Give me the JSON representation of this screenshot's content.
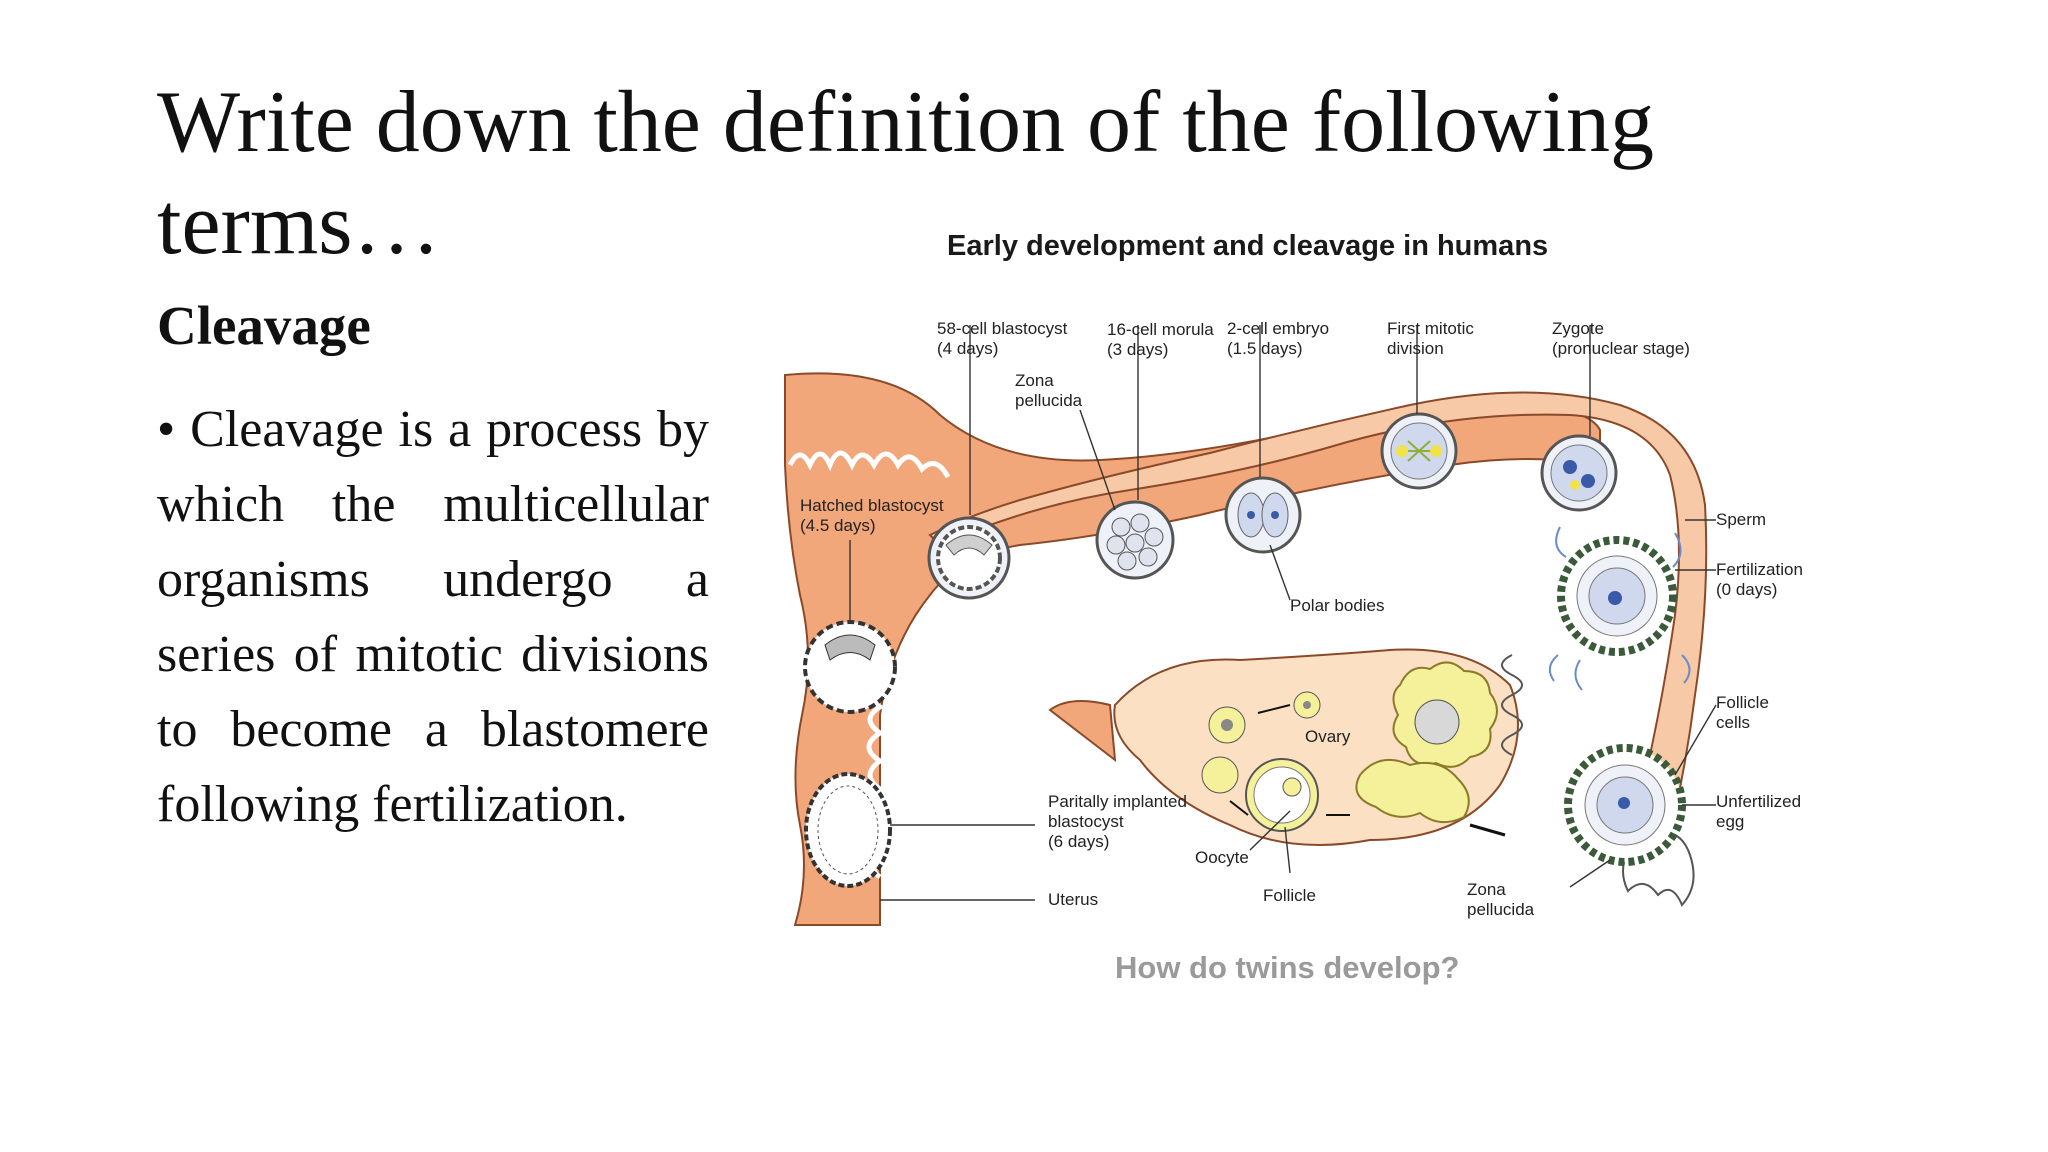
{
  "slide": {
    "title": "Write down the definition of the following terms…",
    "term": "Cleavage",
    "definition": "• Cleavage is a process by which the multicellular organisms undergo a series of mitotic divisions to become a blastomere following fertilization."
  },
  "figure": {
    "title": "Early development and cleavage in humans",
    "caption": "How do twins develop?",
    "labels": {
      "blastocyst_58_line1": "58-cell blastocyst",
      "blastocyst_58_line2": "(4 days)",
      "morula_line1": "16-cell morula",
      "morula_line2": "(3 days)",
      "embryo_line1": "2-cell embryo",
      "embryo_line2": "(1.5 days)",
      "mitotic_line1": "First mitotic",
      "mitotic_line2": "division",
      "zygote_line1": "Zygote",
      "zygote_line2": "(pronuclear stage)",
      "zona_top_line1": "Zona",
      "zona_top_line2": "pellucida",
      "hatched_line1": "Hatched blastocyst",
      "hatched_line2": "(4.5 days)",
      "sperm": "Sperm",
      "fertilization_line1": "Fertilization",
      "fertilization_line2": "(0 days)",
      "polar_bodies": "Polar bodies",
      "follicle_cells_line1": "Follicle",
      "follicle_cells_line2": "cells",
      "ovary": "Ovary",
      "implanted_line1": "Paritally implanted",
      "implanted_line2": "blastocyst",
      "implanted_line3": "(6 days)",
      "unfertilized_line1": "Unfertilized",
      "unfertilized_line2": "egg",
      "oocyte": "Oocyte",
      "uterus": "Uterus",
      "follicle": "Follicle",
      "zona_bottom_line1": "Zona",
      "zona_bottom_line2": "pellucida"
    }
  },
  "colors": {
    "tissue": "#f2a77a",
    "tissue_light": "#f8c9a6",
    "ovary_fill": "#fbe0c4",
    "corpus": "#f4f19a",
    "cell_blue": "#cfd8ec",
    "nucleus": "#3a5aa8"
  }
}
